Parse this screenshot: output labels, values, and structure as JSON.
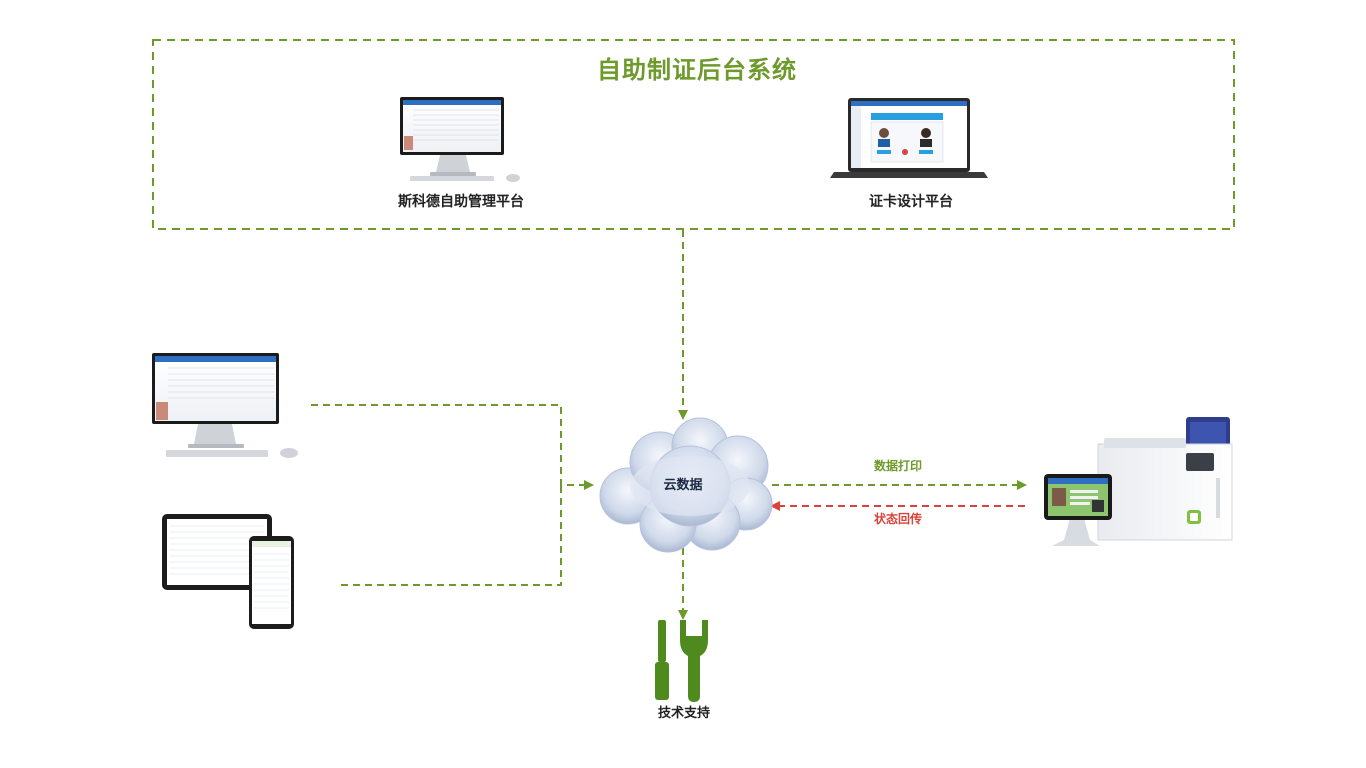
{
  "backend": {
    "title": "自助制证后台系统",
    "admin_platform_label": "斯科德自助管理平台",
    "card_design_label": "证卡设计平台"
  },
  "cloud": {
    "label": "云数据"
  },
  "flows": {
    "print_label": "数据打印",
    "status_label": "状态回传"
  },
  "support": {
    "label": "技术支持"
  },
  "colors": {
    "accent_green": "#6d9a2b",
    "return_red": "#d9433a"
  }
}
